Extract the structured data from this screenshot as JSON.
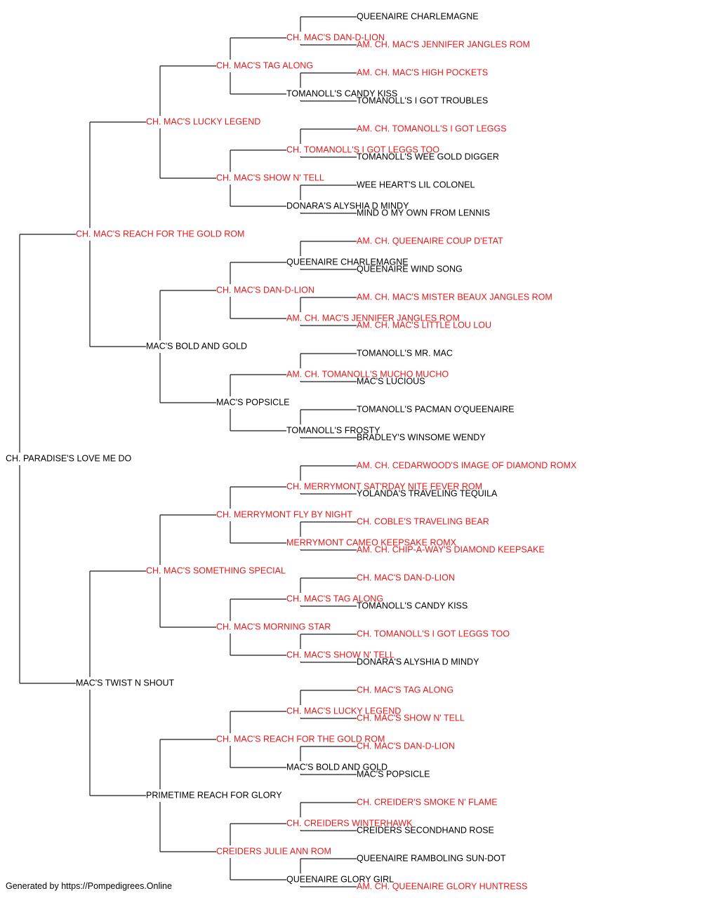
{
  "colors": {
    "champion": "#e31a1c",
    "normal": "#000000",
    "line": "#1a1a1a"
  },
  "footer": "Generated by https://Pompedigrees.Online",
  "pedigree": {
    "name": "CH. PARADISE'S LOVE ME DO",
    "champion": false,
    "sire": {
      "name": "CH. MAC'S REACH FOR THE GOLD ROM",
      "champion": true,
      "sire": {
        "name": "CH. MAC'S LUCKY LEGEND",
        "champion": true,
        "sire": {
          "name": "CH. MAC'S TAG ALONG",
          "champion": true,
          "sire": {
            "name": "CH. MAC'S DAN-D-LION",
            "champion": true,
            "sire": {
              "name": "QUEENAIRE CHARLEMAGNE",
              "champion": false
            },
            "dam": {
              "name": "AM. CH. MAC'S JENNIFER JANGLES ROM",
              "champion": true
            }
          },
          "dam": {
            "name": "TOMANOLL'S CANDY KISS",
            "champion": false,
            "sire": {
              "name": "AM. CH. MAC'S HIGH POCKETS",
              "champion": true
            },
            "dam": {
              "name": "TOMANOLL'S I GOT TROUBLES",
              "champion": false
            }
          }
        },
        "dam": {
          "name": "CH. MAC'S SHOW N' TELL",
          "champion": true,
          "sire": {
            "name": "CH. TOMANOLL'S I GOT LEGGS TOO",
            "champion": true,
            "sire": {
              "name": "AM. CH. TOMANOLL'S I GOT LEGGS",
              "champion": true
            },
            "dam": {
              "name": "TOMANOLL'S WEE GOLD DIGGER",
              "champion": false
            }
          },
          "dam": {
            "name": "DONARA'S ALYSHIA D MINDY",
            "champion": false,
            "sire": {
              "name": "WEE HEART'S LIL COLONEL",
              "champion": false
            },
            "dam": {
              "name": "MIND O MY OWN FROM LENNIS",
              "champion": false
            }
          }
        }
      },
      "dam": {
        "name": "MAC'S BOLD AND GOLD",
        "champion": false,
        "sire": {
          "name": "CH. MAC'S DAN-D-LION",
          "champion": true,
          "sire": {
            "name": "QUEENAIRE CHARLEMAGNE",
            "champion": false,
            "sire": {
              "name": "AM. CH. QUEENAIRE COUP D'ETAT",
              "champion": true
            },
            "dam": {
              "name": "QUEENAIRE WIND SONG",
              "champion": false
            }
          },
          "dam": {
            "name": "AM. CH. MAC'S JENNIFER JANGLES ROM",
            "champion": true,
            "sire": {
              "name": "AM. CH. MAC'S MISTER BEAUX JANGLES ROM",
              "champion": true
            },
            "dam": {
              "name": "AM. CH. MAC'S LITTLE LOU LOU",
              "champion": true
            }
          }
        },
        "dam": {
          "name": "MAC'S POPSICLE",
          "champion": false,
          "sire": {
            "name": "AM. CH. TOMANOLL'S MUCHO MUCHO",
            "champion": true,
            "sire": {
              "name": "TOMANOLL'S MR. MAC",
              "champion": false
            },
            "dam": {
              "name": "MAC'S LUCIOUS",
              "champion": false
            }
          },
          "dam": {
            "name": "TOMANOLL'S FROSTY",
            "champion": false,
            "sire": {
              "name": "TOMANOLL'S PACMAN O'QUEENAIRE",
              "champion": false
            },
            "dam": {
              "name": "BRADLEY'S WINSOME WENDY",
              "champion": false
            }
          }
        }
      }
    },
    "dam": {
      "name": "MAC'S TWIST N SHOUT",
      "champion": false,
      "sire": {
        "name": "CH. MAC'S SOMETHING SPECIAL",
        "champion": true,
        "sire": {
          "name": "CH. MERRYMONT FLY BY NIGHT",
          "champion": true,
          "sire": {
            "name": "CH. MERRYMONT SAT'RDAY NITE FEVER ROM",
            "champion": true,
            "sire": {
              "name": "AM. CH. CEDARWOOD'S IMAGE OF DIAMOND ROMX",
              "champion": true
            },
            "dam": {
              "name": "YOLANDA'S TRAVELING TEQUILA",
              "champion": false
            }
          },
          "dam": {
            "name": "MERRYMONT CAMEO KEEPSAKE ROMX",
            "champion": true,
            "sire": {
              "name": "CH. COBLE'S TRAVELING BEAR",
              "champion": true
            },
            "dam": {
              "name": "AM. CH. CHIP-A-WAY'S DIAMOND KEEPSAKE",
              "champion": true
            }
          }
        },
        "dam": {
          "name": "CH. MAC'S MORNING STAR",
          "champion": true,
          "sire": {
            "name": "CH. MAC'S TAG ALONG",
            "champion": true,
            "sire": {
              "name": "CH. MAC'S DAN-D-LION",
              "champion": true
            },
            "dam": {
              "name": "TOMANOLL'S CANDY KISS",
              "champion": false
            }
          },
          "dam": {
            "name": "CH. MAC'S SHOW N' TELL",
            "champion": true,
            "sire": {
              "name": "CH. TOMANOLL'S I GOT LEGGS TOO",
              "champion": true
            },
            "dam": {
              "name": "DONARA'S ALYSHIA D MINDY",
              "champion": false
            }
          }
        }
      },
      "dam": {
        "name": "PRIMETIME REACH FOR GLORY",
        "champion": false,
        "sire": {
          "name": "CH. MAC'S REACH FOR THE GOLD ROM",
          "champion": true,
          "sire": {
            "name": "CH. MAC'S LUCKY LEGEND",
            "champion": true,
            "sire": {
              "name": "CH. MAC'S TAG ALONG",
              "champion": true
            },
            "dam": {
              "name": "CH. MAC'S SHOW N' TELL",
              "champion": true
            }
          },
          "dam": {
            "name": "MAC'S BOLD AND GOLD",
            "champion": false,
            "sire": {
              "name": "CH. MAC'S DAN-D-LION",
              "champion": true
            },
            "dam": {
              "name": "MAC'S POPSICLE",
              "champion": false
            }
          }
        },
        "dam": {
          "name": "CREIDERS JULIE ANN ROM",
          "champion": true,
          "sire": {
            "name": "CH. CREIDERS WINTERHAWK",
            "champion": true,
            "sire": {
              "name": "CH. CREIDER'S SMOKE N' FLAME",
              "champion": true
            },
            "dam": {
              "name": "CREIDERS SECONDHAND ROSE",
              "champion": false
            }
          },
          "dam": {
            "name": "QUEENAIRE GLORY GIRL",
            "champion": false,
            "sire": {
              "name": "QUEENAIRE RAMBOLING SUN-DOT",
              "champion": false
            },
            "dam": {
              "name": "AM. CH. QUEENAIRE GLORY HUNTRESS",
              "champion": true
            }
          }
        }
      }
    }
  }
}
